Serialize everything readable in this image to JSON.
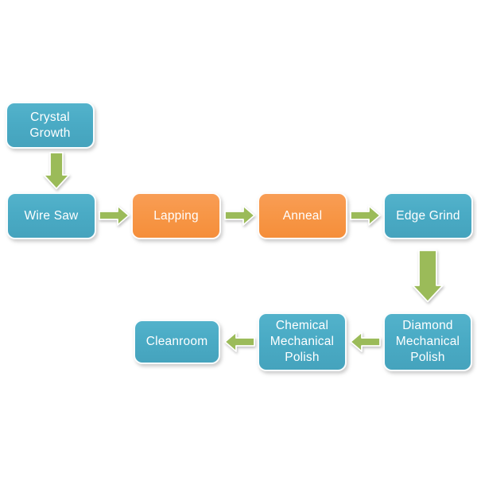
{
  "diagram": {
    "background": "#ffffff",
    "palette": {
      "node_teal": "#4BACC6",
      "node_orange": "#F79646",
      "arrow_green": "#9BBB59",
      "node_text": "#FFFFFF",
      "node_border": "#FFFFFF"
    },
    "nodes": [
      {
        "id": "crystal-growth",
        "label": "Crystal\nGrowth",
        "color": "teal"
      },
      {
        "id": "wire-saw",
        "label": "Wire Saw",
        "color": "teal"
      },
      {
        "id": "lapping",
        "label": "Lapping",
        "color": "orange"
      },
      {
        "id": "anneal",
        "label": "Anneal",
        "color": "orange"
      },
      {
        "id": "edge-grind",
        "label": "Edge Grind",
        "color": "teal"
      },
      {
        "id": "diamond-mechanical-polish",
        "label": "Diamond\nMechanical\nPolish",
        "color": "teal"
      },
      {
        "id": "chemical-mechanical-polish",
        "label": "Chemical\nMechanical\nPolish",
        "color": "teal"
      },
      {
        "id": "cleanroom",
        "label": "Cleanroom",
        "color": "teal"
      }
    ],
    "edges": [
      {
        "from": "Crystal Growth",
        "to": "Wire Saw",
        "direction": "down"
      },
      {
        "from": "Wire Saw",
        "to": "Lapping",
        "direction": "right"
      },
      {
        "from": "Lapping",
        "to": "Anneal",
        "direction": "right"
      },
      {
        "from": "Anneal",
        "to": "Edge Grind",
        "direction": "right"
      },
      {
        "from": "Edge Grind",
        "to": "Diamond Mechanical Polish",
        "direction": "down"
      },
      {
        "from": "Diamond Mechanical Polish",
        "to": "Chemical Mechanical Polish",
        "direction": "left"
      },
      {
        "from": "Chemical Mechanical Polish",
        "to": "Cleanroom",
        "direction": "left"
      }
    ]
  }
}
